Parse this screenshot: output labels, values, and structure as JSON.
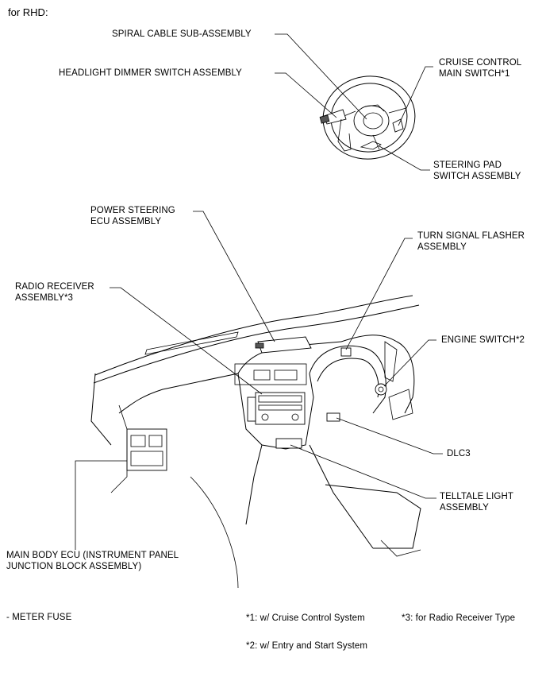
{
  "header": "for RHD:",
  "labels": {
    "spiral_cable": "SPIRAL CABLE SUB-ASSEMBLY",
    "headlight_dimmer": "HEADLIGHT DIMMER SWITCH ASSEMBLY",
    "cruise_control": "CRUISE CONTROL\nMAIN SWITCH*1",
    "steering_pad": "STEERING PAD\nSWITCH ASSEMBLY",
    "power_steering_ecu": "POWER STEERING\nECU ASSEMBLY",
    "turn_signal_flasher": "TURN SIGNAL FLASHER\nASSEMBLY",
    "radio_receiver": "RADIO RECEIVER\nASSEMBLY*3",
    "engine_switch": "ENGINE SWITCH*2",
    "dlc3": "DLC3",
    "telltale_light": "TELLTALE LIGHT\nASSEMBLY",
    "main_body_ecu": "MAIN BODY ECU (INSTRUMENT PANEL\nJUNCTION BLOCK ASSEMBLY)"
  },
  "footnotes": {
    "meter_fuse": "- METER FUSE",
    "note1": "*1: w/ Cruise Control System",
    "note2": "*2: w/ Entry and Start System",
    "note3": "*3: for Radio Receiver Type"
  }
}
